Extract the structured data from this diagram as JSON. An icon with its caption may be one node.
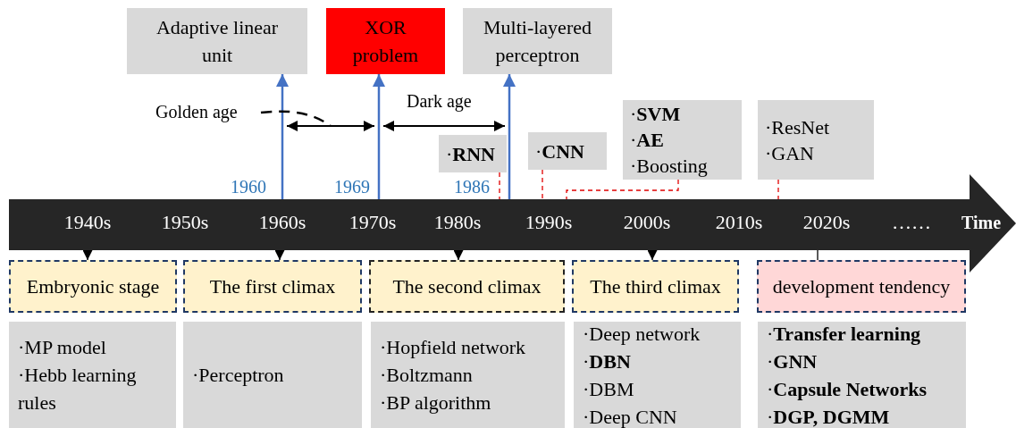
{
  "diagram": {
    "nodes": [
      {
        "text": [
          "Adaptive linear unit"
        ]
      },
      {
        "text": [
          "XOR problem"
        ]
      },
      {
        "text": [
          "Multi-layered perceptron"
        ]
      },
      {
        "text": [
          "Golden age"
        ]
      },
      {
        "text": [
          "·**RNN**"
        ]
      },
      {
        "text": [
          "·**CNN**"
        ]
      },
      {
        "text": [
          "·**SVM**",
          "·**AE**",
          "·Boosting"
        ]
      },
      {
        "text": [
          "·ResNet",
          "·GAN"
        ]
      },
      {
        "text": [
          "1940s",
          "1950s",
          "1960s",
          "1970s",
          "1980s",
          "1990s",
          "2000s",
          "2010s",
          "2020s",
          "……",
          "Time"
        ]
      },
      {
        "text": [
          "Embryonic stage"
        ]
      },
      {
        "text": [
          "The first climax"
        ]
      },
      {
        "text": [
          "The second climax"
        ]
      },
      {
        "text": [
          "The third climax"
        ]
      },
      {
        "text": [
          "development tendency"
        ]
      },
      {
        "text": [
          "·MP model",
          "·Hebb learning rules"
        ]
      },
      {
        "text": [
          "·Perceptron"
        ]
      },
      {
        "text": [
          "·Hopfield network",
          "·Boltzmann",
          "·BP algorithm"
        ]
      },
      {
        "text": [
          "·Deep network",
          "·**DBN**",
          "·DBM",
          "·Deep CNN"
        ]
      },
      {
        "text": [
          "·**Transfer learning**",
          "·**GNN**",
          "·**Capsule Networks**",
          "·**DGP, DGMM**"
        ]
      }
    ],
    "edges": [
      {
        "from": 8,
        "to": 0,
        "arrow": "to",
        "color": "#4472c4"
      },
      {
        "from": 8,
        "to": 1,
        "arrow": "to",
        "color": "#4472c4"
      },
      {
        "from": 8,
        "to": 2,
        "arrow": "to",
        "color": "#4472c4"
      },
      {
        "from": 3,
        "to": null,
        "arrow": "none",
        "style": "dashed"
      },
      {
        "from": 4,
        "to": 8,
        "arrow": "none",
        "style": "dashed",
        "color": "#e00000"
      },
      {
        "from": 5,
        "to": 8,
        "arrow": "none",
        "style": "dashed",
        "color": "#e00000"
      },
      {
        "from": 6,
        "to": 8,
        "arrow": "none",
        "style": "dashed",
        "color": "#e00000"
      },
      {
        "from": 7,
        "to": 8,
        "arrow": "none",
        "style": "dashed",
        "color": "#e00000"
      },
      {
        "from": 8,
        "to": 9,
        "arrow": "to"
      },
      {
        "from": 8,
        "to": 10,
        "arrow": "to"
      },
      {
        "from": 8,
        "to": 11,
        "arrow": "to"
      },
      {
        "from": 8,
        "to": 12,
        "arrow": "to"
      },
      {
        "from": 8,
        "to": 13,
        "arrow": "none"
      }
    ],
    "labels": [
      "Dark age",
      "1960",
      "1969",
      "1986"
    ]
  }
}
